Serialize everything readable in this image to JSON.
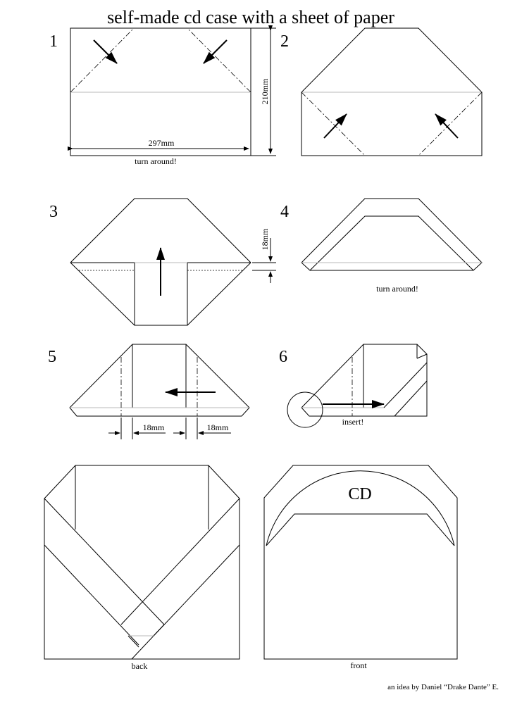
{
  "title": "self-made cd case with a sheet of paper",
  "steps": [
    {
      "number": "1",
      "labels": {
        "width": "297mm",
        "height": "210mm",
        "note": "turn around!"
      }
    },
    {
      "number": "2"
    },
    {
      "number": "3",
      "labels": {
        "fold": "18mm"
      }
    },
    {
      "number": "4",
      "labels": {
        "note": "turn around!"
      }
    },
    {
      "number": "5",
      "labels": {
        "fold_left": "18mm",
        "fold_right": "18mm"
      }
    },
    {
      "number": "6",
      "labels": {
        "note": "insert!"
      }
    }
  ],
  "final": {
    "back_label": "back",
    "front_label": "front",
    "cd_label": "CD"
  },
  "credit": "an idea by Daniel “Drake Dante” E."
}
